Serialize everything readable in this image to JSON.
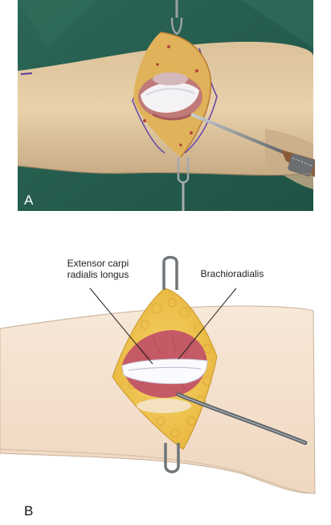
{
  "panel_a": {
    "label": "A"
  },
  "panel_b": {
    "label": "B",
    "callouts": {
      "extensor_line1": "Extensor carpi",
      "extensor_line2": "radialis longus",
      "brachioradialis": "Brachioradialis"
    }
  },
  "colors": {
    "drape": "#2f6b5a",
    "skin": "#f4dfc8",
    "fat": "#f0c24a",
    "muscle": "#c96a6e",
    "tendon": "#f8f8fb",
    "retractor": "#6f7579"
  }
}
